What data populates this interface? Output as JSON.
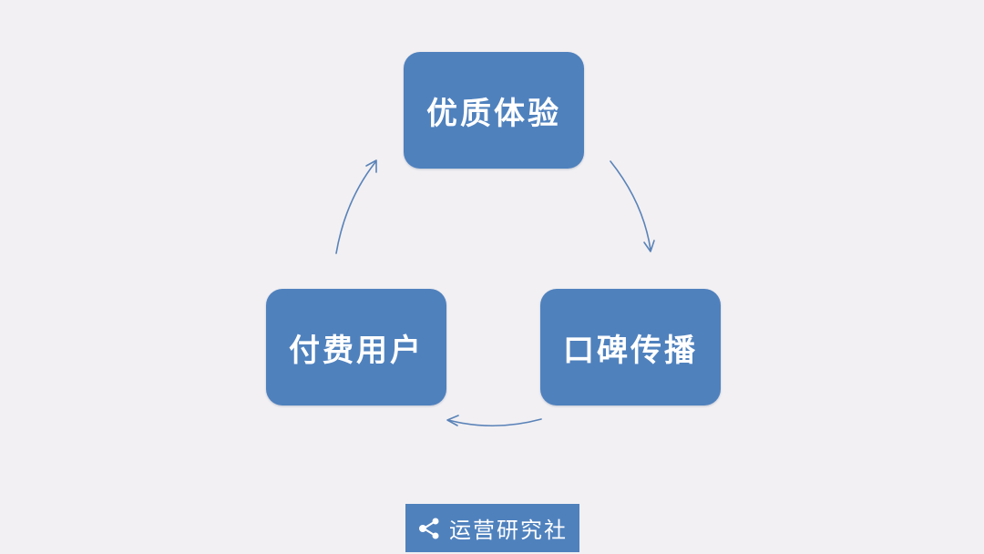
{
  "colors": {
    "background": "#f2f0f3",
    "node_fill": "#4f81bd",
    "node_text": "#ffffff",
    "arrow": "#5a83b8",
    "brand_fill": "#4f81bd"
  },
  "diagram": {
    "type": "cycle",
    "nodes": [
      {
        "id": "top",
        "label": "优质体验"
      },
      {
        "id": "right",
        "label": "口碑传播"
      },
      {
        "id": "left",
        "label": "付费用户"
      }
    ],
    "edges": [
      {
        "from": "top",
        "to": "right"
      },
      {
        "from": "right",
        "to": "left"
      },
      {
        "from": "left",
        "to": "top"
      }
    ]
  },
  "brand": {
    "icon": "share-icon",
    "label": "运营研究社"
  }
}
